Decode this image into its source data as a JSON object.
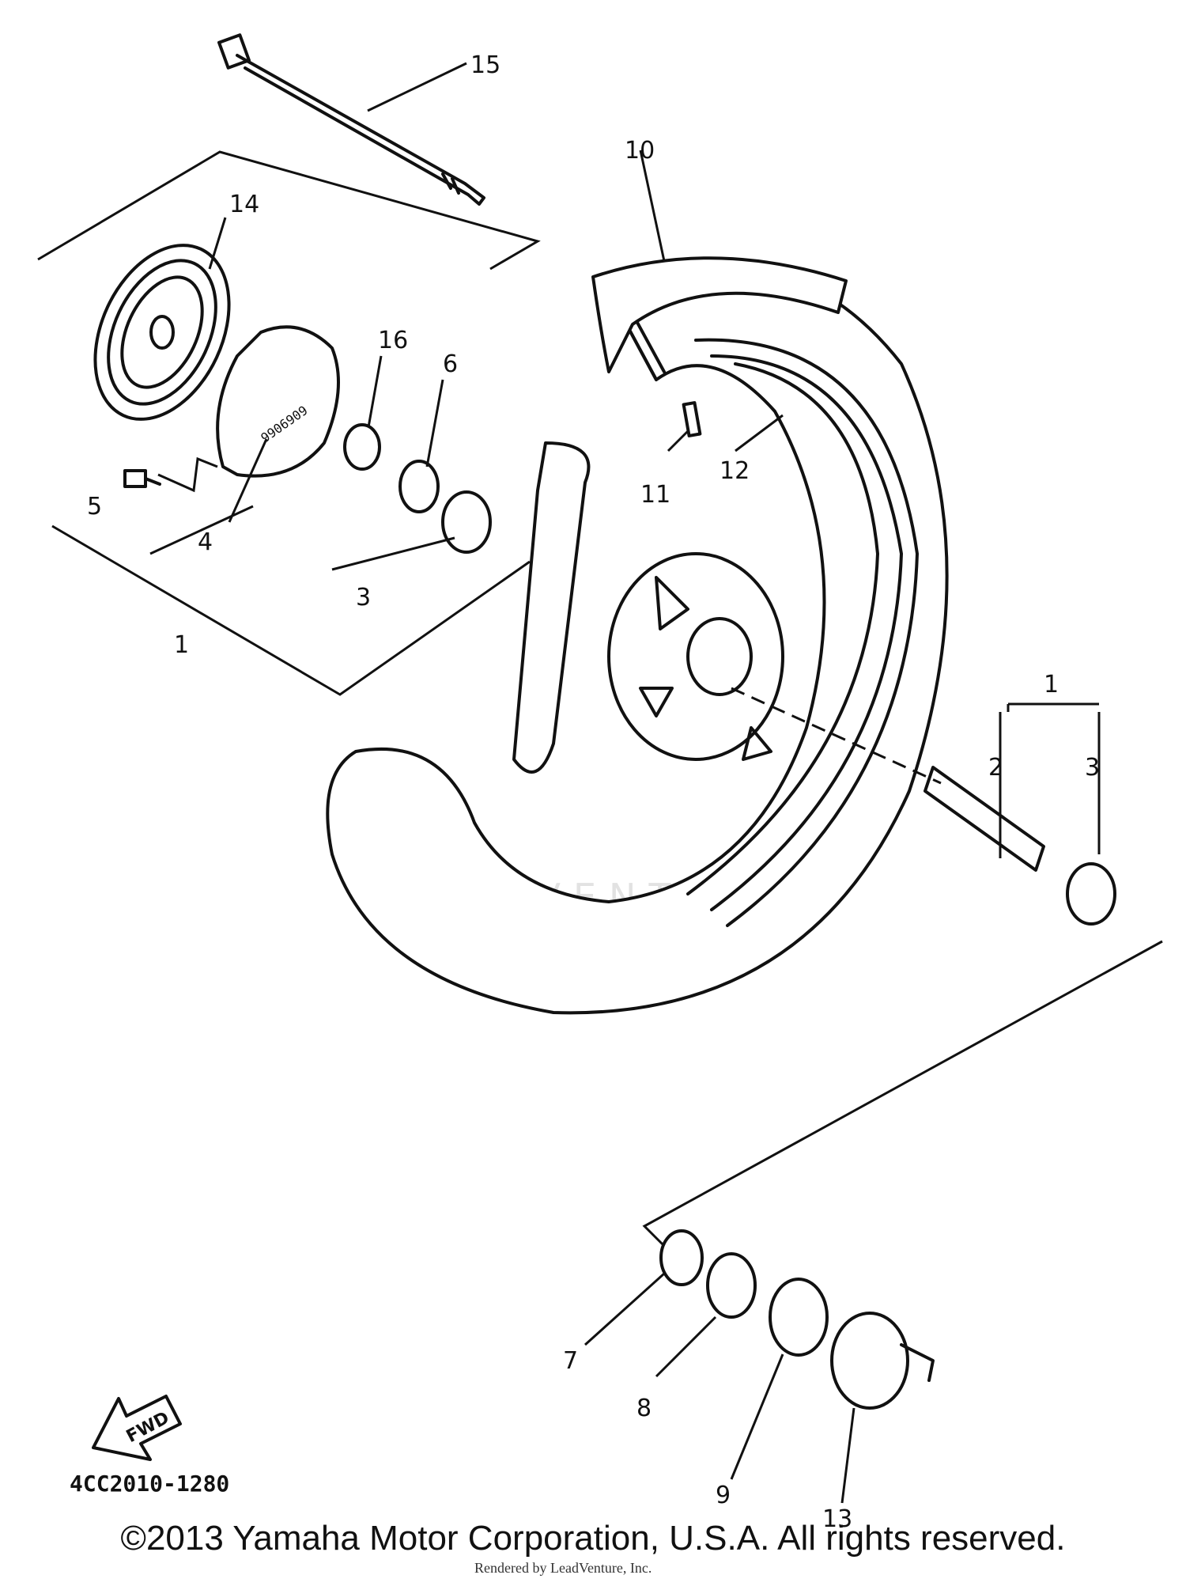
{
  "diagram": {
    "code": "4CC2010-1280",
    "fwd_label": "FWD",
    "watermark": "LEADVENTURE",
    "callouts": [
      {
        "id": "c15",
        "label": "15"
      },
      {
        "id": "c14",
        "label": "14"
      },
      {
        "id": "c10",
        "label": "10"
      },
      {
        "id": "c16",
        "label": "16"
      },
      {
        "id": "c6",
        "label": "6"
      },
      {
        "id": "c5",
        "label": "5"
      },
      {
        "id": "c4",
        "label": "4"
      },
      {
        "id": "c3a",
        "label": "3"
      },
      {
        "id": "c1a",
        "label": "1"
      },
      {
        "id": "c11",
        "label": "11"
      },
      {
        "id": "c12",
        "label": "12"
      },
      {
        "id": "c1b",
        "label": "1"
      },
      {
        "id": "c2",
        "label": "2"
      },
      {
        "id": "c3b",
        "label": "3"
      },
      {
        "id": "c7",
        "label": "7"
      },
      {
        "id": "c8",
        "label": "8"
      },
      {
        "id": "c9",
        "label": "9"
      },
      {
        "id": "c13",
        "label": "13"
      }
    ]
  },
  "footer": {
    "copyright": "©2013 Yamaha Motor Corporation, U.S.A. All rights reserved.",
    "rendered_by": "Rendered by LeadVenture, Inc."
  }
}
